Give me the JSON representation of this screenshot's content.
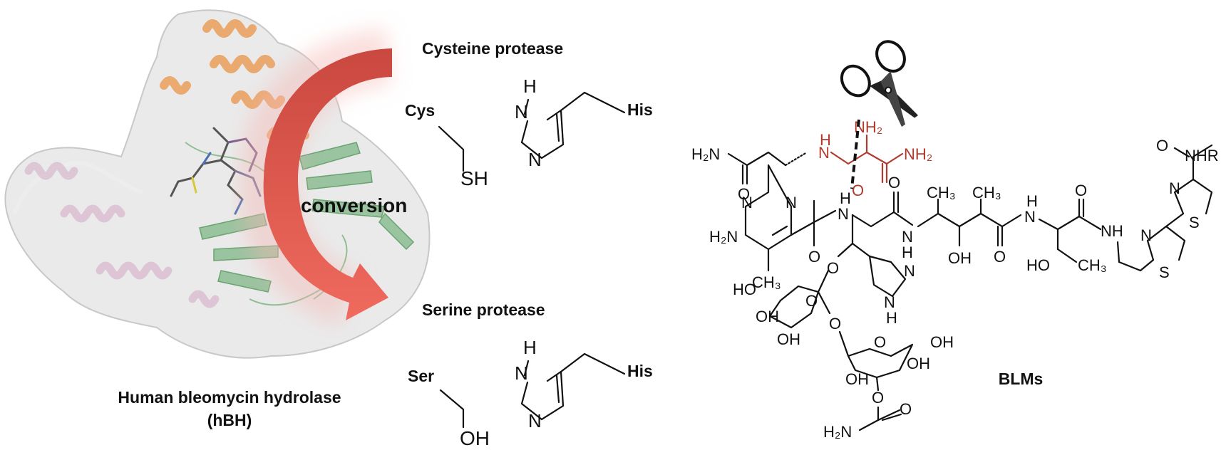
{
  "colors": {
    "arrow": "#d9534f",
    "arrow_glow": "#f4b8b4",
    "cleaved_bond": "#b03a2e",
    "helix_orange": "#e9a465",
    "helix_green": "#7fb685",
    "helix_pink": "#dcc2d3",
    "surface": "#d9d9d9"
  },
  "protein": {
    "caption_line1": "Human bleomycin hydrolase",
    "caption_line2": "(hBH)"
  },
  "arrow": {
    "label": "conversion"
  },
  "cysteine": {
    "title": "Cysteine protease",
    "residue_label": "Cys",
    "group": "SH",
    "his_label": "His",
    "imid_h": "H",
    "imid_nh": "N",
    "imid_n": "N"
  },
  "serine": {
    "title": "Serine protease",
    "residue_label": "Ser",
    "group": "OH",
    "his_label": "His",
    "imid_h": "H",
    "imid_nh": "N",
    "imid_n": "N"
  },
  "blm": {
    "name": "BLMs",
    "icons": [
      "scissors-icon"
    ],
    "labels": {
      "h2n_amide": "H₂N",
      "o_amide": "O",
      "nh_red": "H",
      "n_red": "N",
      "nh2_red_top": "NH₂",
      "nh2_red_right": "NH₂",
      "o_red": "O",
      "pyr_n1": "N",
      "pyr_n2": "N",
      "h2n_pyr": "H₂N",
      "ch3_pyr": "CH₃",
      "o_amide2": "O",
      "nh_1_h": "H",
      "nh_1_n": "N",
      "o_amide3": "O",
      "nh_2_n": "N",
      "nh_2_h": "H",
      "ch3_a": "CH₃",
      "ch3_b": "CH₃",
      "oh_mid": "OH",
      "o_amide4": "O",
      "nh_3_h": "H",
      "nh_3_n": "N",
      "o_amide5": "O",
      "nh_4": "NH",
      "ho_thr": "HO",
      "ch3_thr": "CH₃",
      "o_his": "O",
      "im_n1": "N",
      "im_n2": "N",
      "im_h": "H",
      "thz1_n": "N",
      "thz1_s": "S",
      "thz2_n": "N",
      "thz2_s": "S",
      "o_term": "O",
      "nhr": "NHR",
      "ho_sugar1": "HO",
      "o_sugar1": "O",
      "oh_sugar1a": "OH",
      "oh_sugar1b": "OH",
      "o_link": "O",
      "o_sugar2": "O",
      "oh_sugar2a": "OH",
      "oh_sugar2b": "OH",
      "oh_sugar2c": "OH",
      "o_carb": "O",
      "o_carb2": "O",
      "h2n_carb": "H₂N"
    }
  }
}
